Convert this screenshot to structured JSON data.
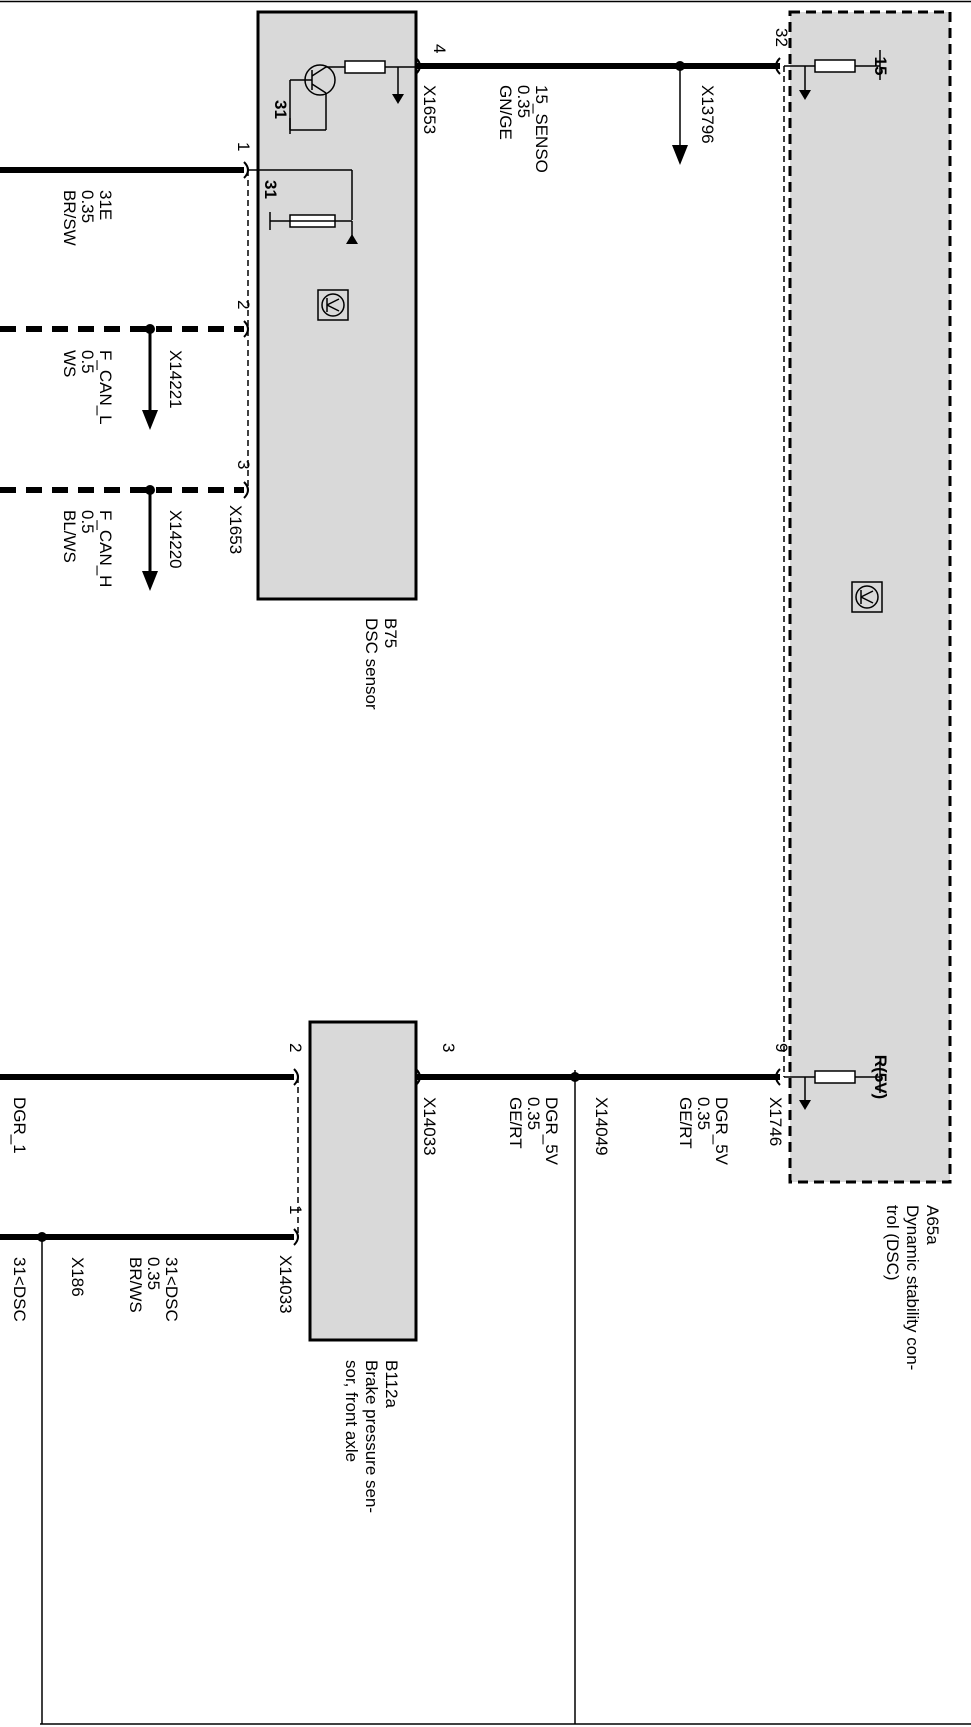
{
  "components": {
    "b75": {
      "id": "B75",
      "name": "DSC sensor",
      "connector_top": "X1653",
      "connector_bottom": "X1653",
      "ground_label": "31"
    },
    "a65a": {
      "id": "A65a",
      "name_line1": "Dynamic stability con-",
      "name_line2": "trol (DSC)",
      "pin_label_top": "15",
      "pin_label_bottom": "R(5V)"
    },
    "b112a": {
      "id": "B112a",
      "name_line1": "Brake pressure sen-",
      "name_line2": "sor, front axle",
      "connector_top": "X14033",
      "connector_bottom": "X14033"
    }
  },
  "pins": {
    "b75_4": "4",
    "a65a_32": "32",
    "b75_1": "1",
    "b75_2": "2",
    "b75_3": "3",
    "a65a_9": "9",
    "b112a_3": "3",
    "b112a_2": "2",
    "b112a_1": "1"
  },
  "wires": {
    "w15senso": {
      "signal": "15_SENSO",
      "gauge": "0.35",
      "color": "GN/GE",
      "splice": "X13796"
    },
    "w31e": {
      "signal": "31E",
      "gauge": "0.35",
      "color": "BR/SW"
    },
    "wcanl": {
      "signal": "F_CAN_L",
      "gauge": "0.5",
      "color": "WS",
      "splice": "X14221"
    },
    "wcanh": {
      "signal": "F_CAN_H",
      "gauge": "0.5",
      "color": "BL/WS",
      "splice": "X14220"
    },
    "wdgr5v_top": {
      "signal": "DGR_5V",
      "gauge": "0.35",
      "color": "GE/RT",
      "connector": "X1746"
    },
    "wdgr5v_bottom": {
      "signal": "DGR_5V",
      "gauge": "0.35",
      "color": "GE/RT",
      "connector": "X14033"
    },
    "splice_x14049": "X14049",
    "wdgr1": {
      "label": "DGR_1"
    },
    "w31dsc": {
      "signal": "31<DSC",
      "gauge": "0.35",
      "color": "BR/WS",
      "splice": "X186"
    },
    "w31dsc_end": {
      "label": "31<DSC"
    }
  }
}
